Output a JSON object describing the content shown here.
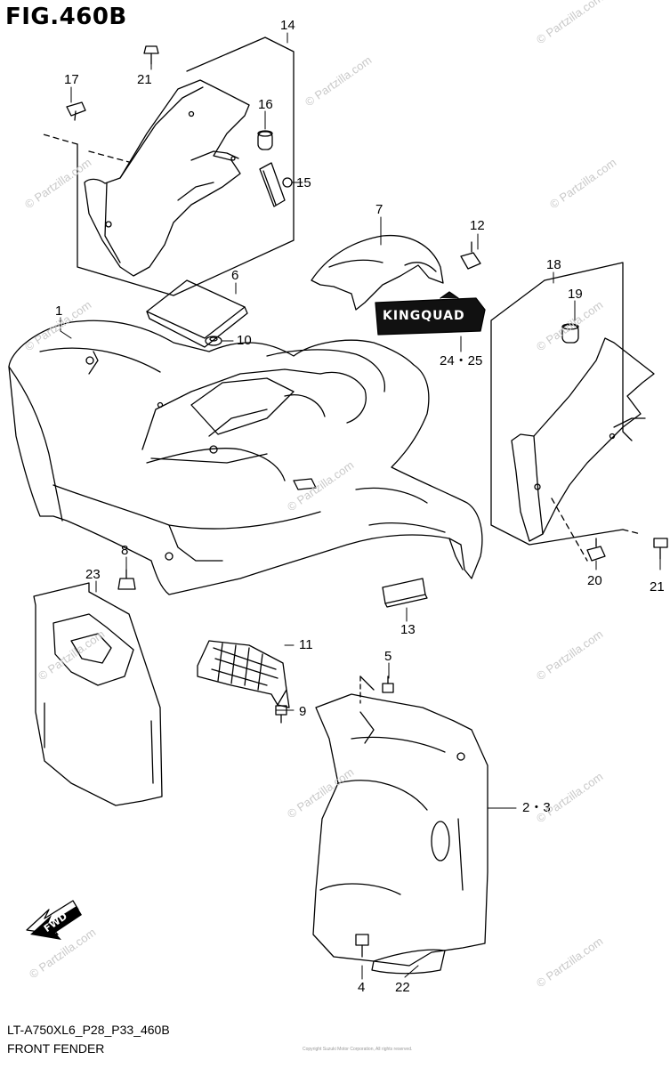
{
  "figure": {
    "title": "FIG.460B",
    "model_code": "LT-A750XL6_P28_P33_460B",
    "section_name": "FRONT FENDER",
    "copyright": "Copyright Suzuki Motor Corporation, All rights reserved."
  },
  "logo_text": "KINGQUAD",
  "fwd_label": "FWD",
  "watermark_text": "© Partzilla.com",
  "callouts": [
    {
      "id": "c1",
      "label": "1"
    },
    {
      "id": "c2_3",
      "label": "2・3"
    },
    {
      "id": "c4",
      "label": "4"
    },
    {
      "id": "c5",
      "label": "5"
    },
    {
      "id": "c6",
      "label": "6"
    },
    {
      "id": "c7",
      "label": "7"
    },
    {
      "id": "c9",
      "label": "9"
    },
    {
      "id": "c8",
      "label": "8"
    },
    {
      "id": "c10",
      "label": "10"
    },
    {
      "id": "c11",
      "label": "11"
    },
    {
      "id": "c12",
      "label": "12"
    },
    {
      "id": "c13",
      "label": "13"
    },
    {
      "id": "c14",
      "label": "14"
    },
    {
      "id": "c15",
      "label": "15"
    },
    {
      "id": "c16",
      "label": "16"
    },
    {
      "id": "c17",
      "label": "17"
    },
    {
      "id": "c18",
      "label": "18"
    },
    {
      "id": "c19",
      "label": "19"
    },
    {
      "id": "c20",
      "label": "20"
    },
    {
      "id": "c21a",
      "label": "21"
    },
    {
      "id": "c21b",
      "label": "21"
    },
    {
      "id": "c22",
      "label": "22"
    },
    {
      "id": "c23",
      "label": "23"
    },
    {
      "id": "c24_25",
      "label": "24・25"
    }
  ],
  "colors": {
    "line": "#000000",
    "watermark": "#c9c9c9",
    "background": "#ffffff"
  }
}
